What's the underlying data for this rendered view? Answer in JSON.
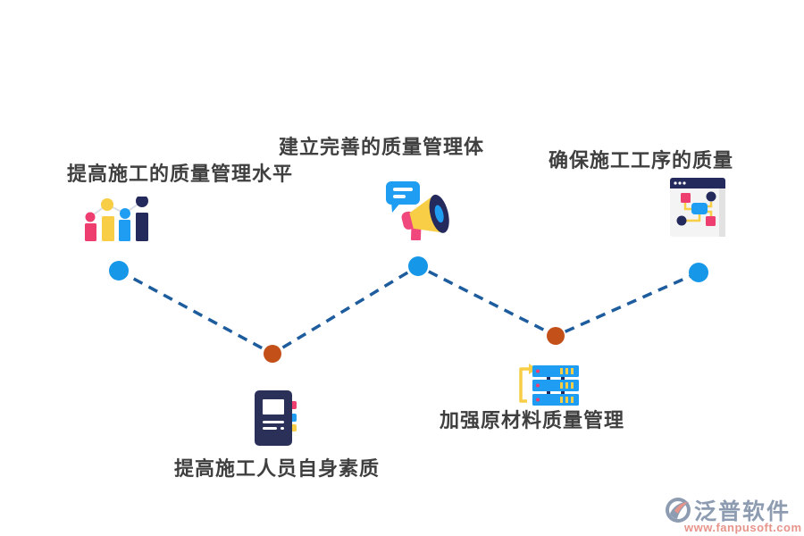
{
  "diagram": {
    "type": "zigzag-infographic",
    "topic": "construction quality management measures",
    "nodes": [
      {
        "label": "提高施工的质量管理水平",
        "icon": "bar-chart-icon",
        "position": "top-left",
        "dot_color": "#1797e8"
      },
      {
        "label": "提高施工人员自身素质",
        "icon": "notebook-icon",
        "position": "bottom-left",
        "dot_color": "#c35018"
      },
      {
        "label": "建立完善的质量管理体",
        "icon": "megaphone-icon",
        "position": "top-center",
        "dot_color": "#1797e8"
      },
      {
        "label": "加强原材料质量管理",
        "icon": "server-icon",
        "position": "bottom-center",
        "dot_color": "#c35018"
      },
      {
        "label": "确保施工工序的质量",
        "icon": "flowchart-window-icon",
        "position": "top-right",
        "dot_color": "#1797e8"
      }
    ],
    "line": {
      "style": "dashed",
      "color": "#1d5c9d"
    },
    "palette": {
      "pink": "#ee3d6f",
      "yellow": "#f8ce46",
      "blue": "#1e9df2",
      "navy": "#252a5c",
      "orange": "#c35018",
      "text": "#3f3f3f"
    }
  },
  "watermark": {
    "name": "泛普软件",
    "url": "www.fanpusoft.com",
    "name_color": "#8e9cb2",
    "url_color": "#e7948a"
  }
}
